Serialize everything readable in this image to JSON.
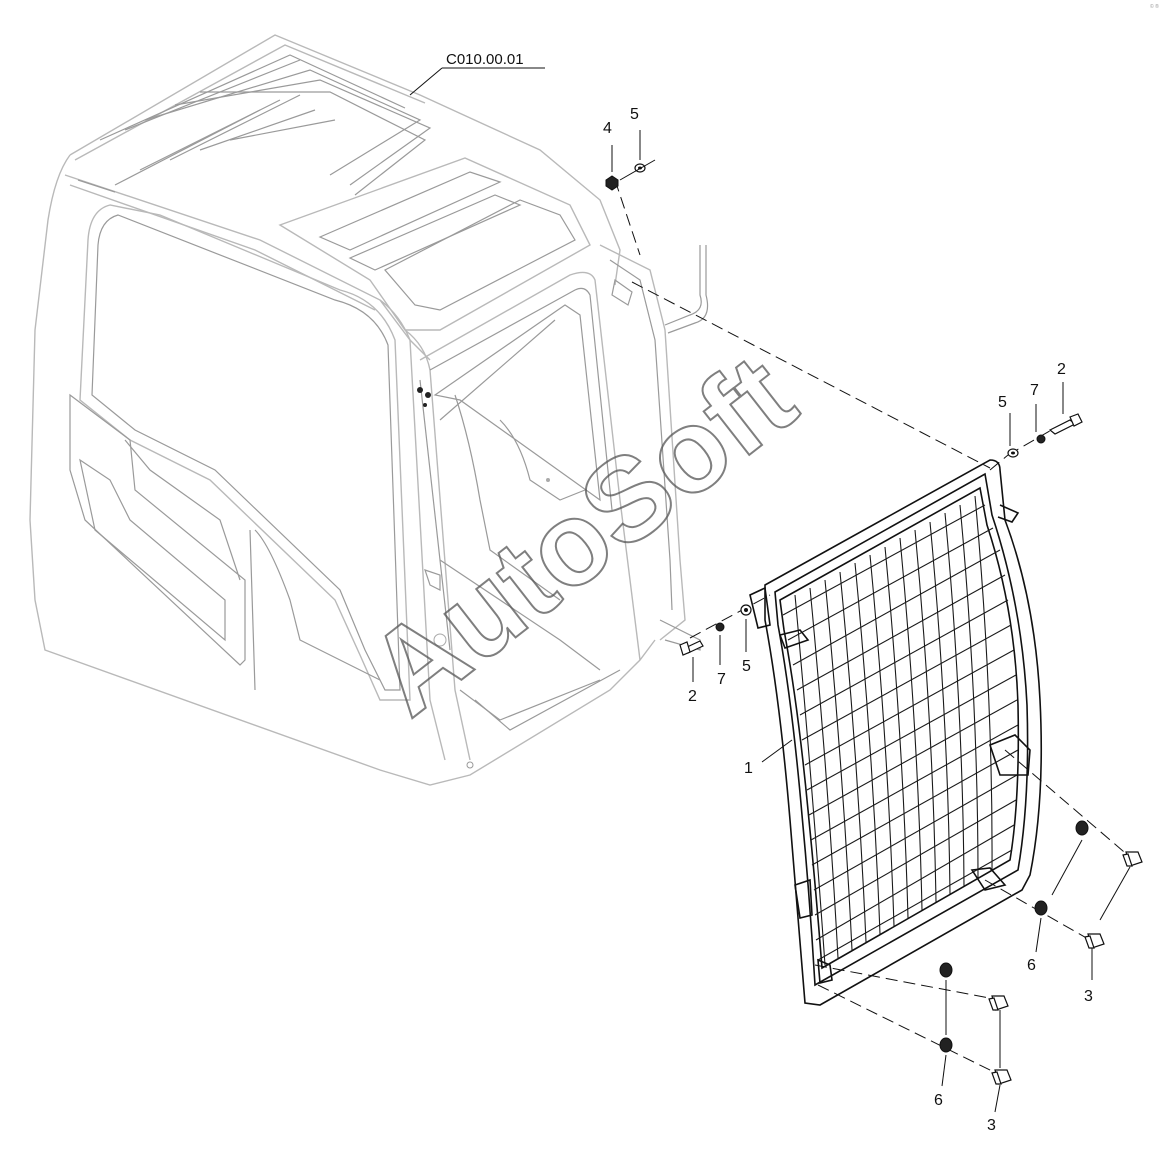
{
  "diagram": {
    "reference_label": "C010.00.01",
    "watermark": "AutoSoft",
    "corner_mark": "© ®"
  },
  "callouts": [
    {
      "id": "c4-top",
      "text": "4"
    },
    {
      "id": "c5-top",
      "text": "5"
    },
    {
      "id": "c2-right",
      "text": "2"
    },
    {
      "id": "c7-right",
      "text": "7"
    },
    {
      "id": "c5-right",
      "text": "5"
    },
    {
      "id": "c2-left",
      "text": "2"
    },
    {
      "id": "c7-left",
      "text": "7"
    },
    {
      "id": "c5-left",
      "text": "5"
    },
    {
      "id": "c1",
      "text": "1"
    },
    {
      "id": "c6-upper",
      "text": "6"
    },
    {
      "id": "c3-upper",
      "text": "3"
    },
    {
      "id": "c6-lower",
      "text": "6"
    },
    {
      "id": "c3-lower",
      "text": "3"
    }
  ]
}
